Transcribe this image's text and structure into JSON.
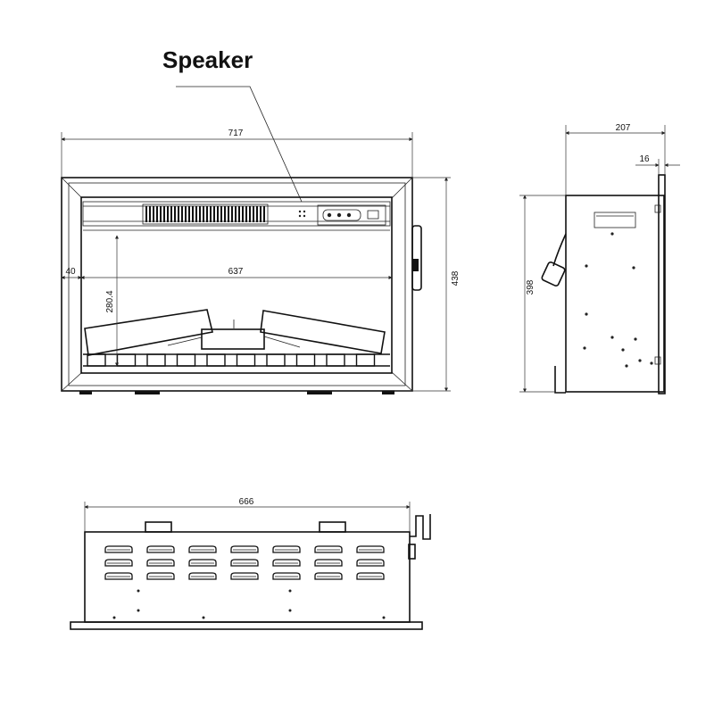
{
  "callout": {
    "speaker": "Speaker"
  },
  "front_view": {
    "overall_width": "717",
    "overall_height": "438",
    "frame_border": "40",
    "opening_width": "637",
    "opening_height": "280.4"
  },
  "side_view": {
    "depth": "207",
    "flange": "16",
    "height": "398"
  },
  "top_view": {
    "width": "666"
  }
}
